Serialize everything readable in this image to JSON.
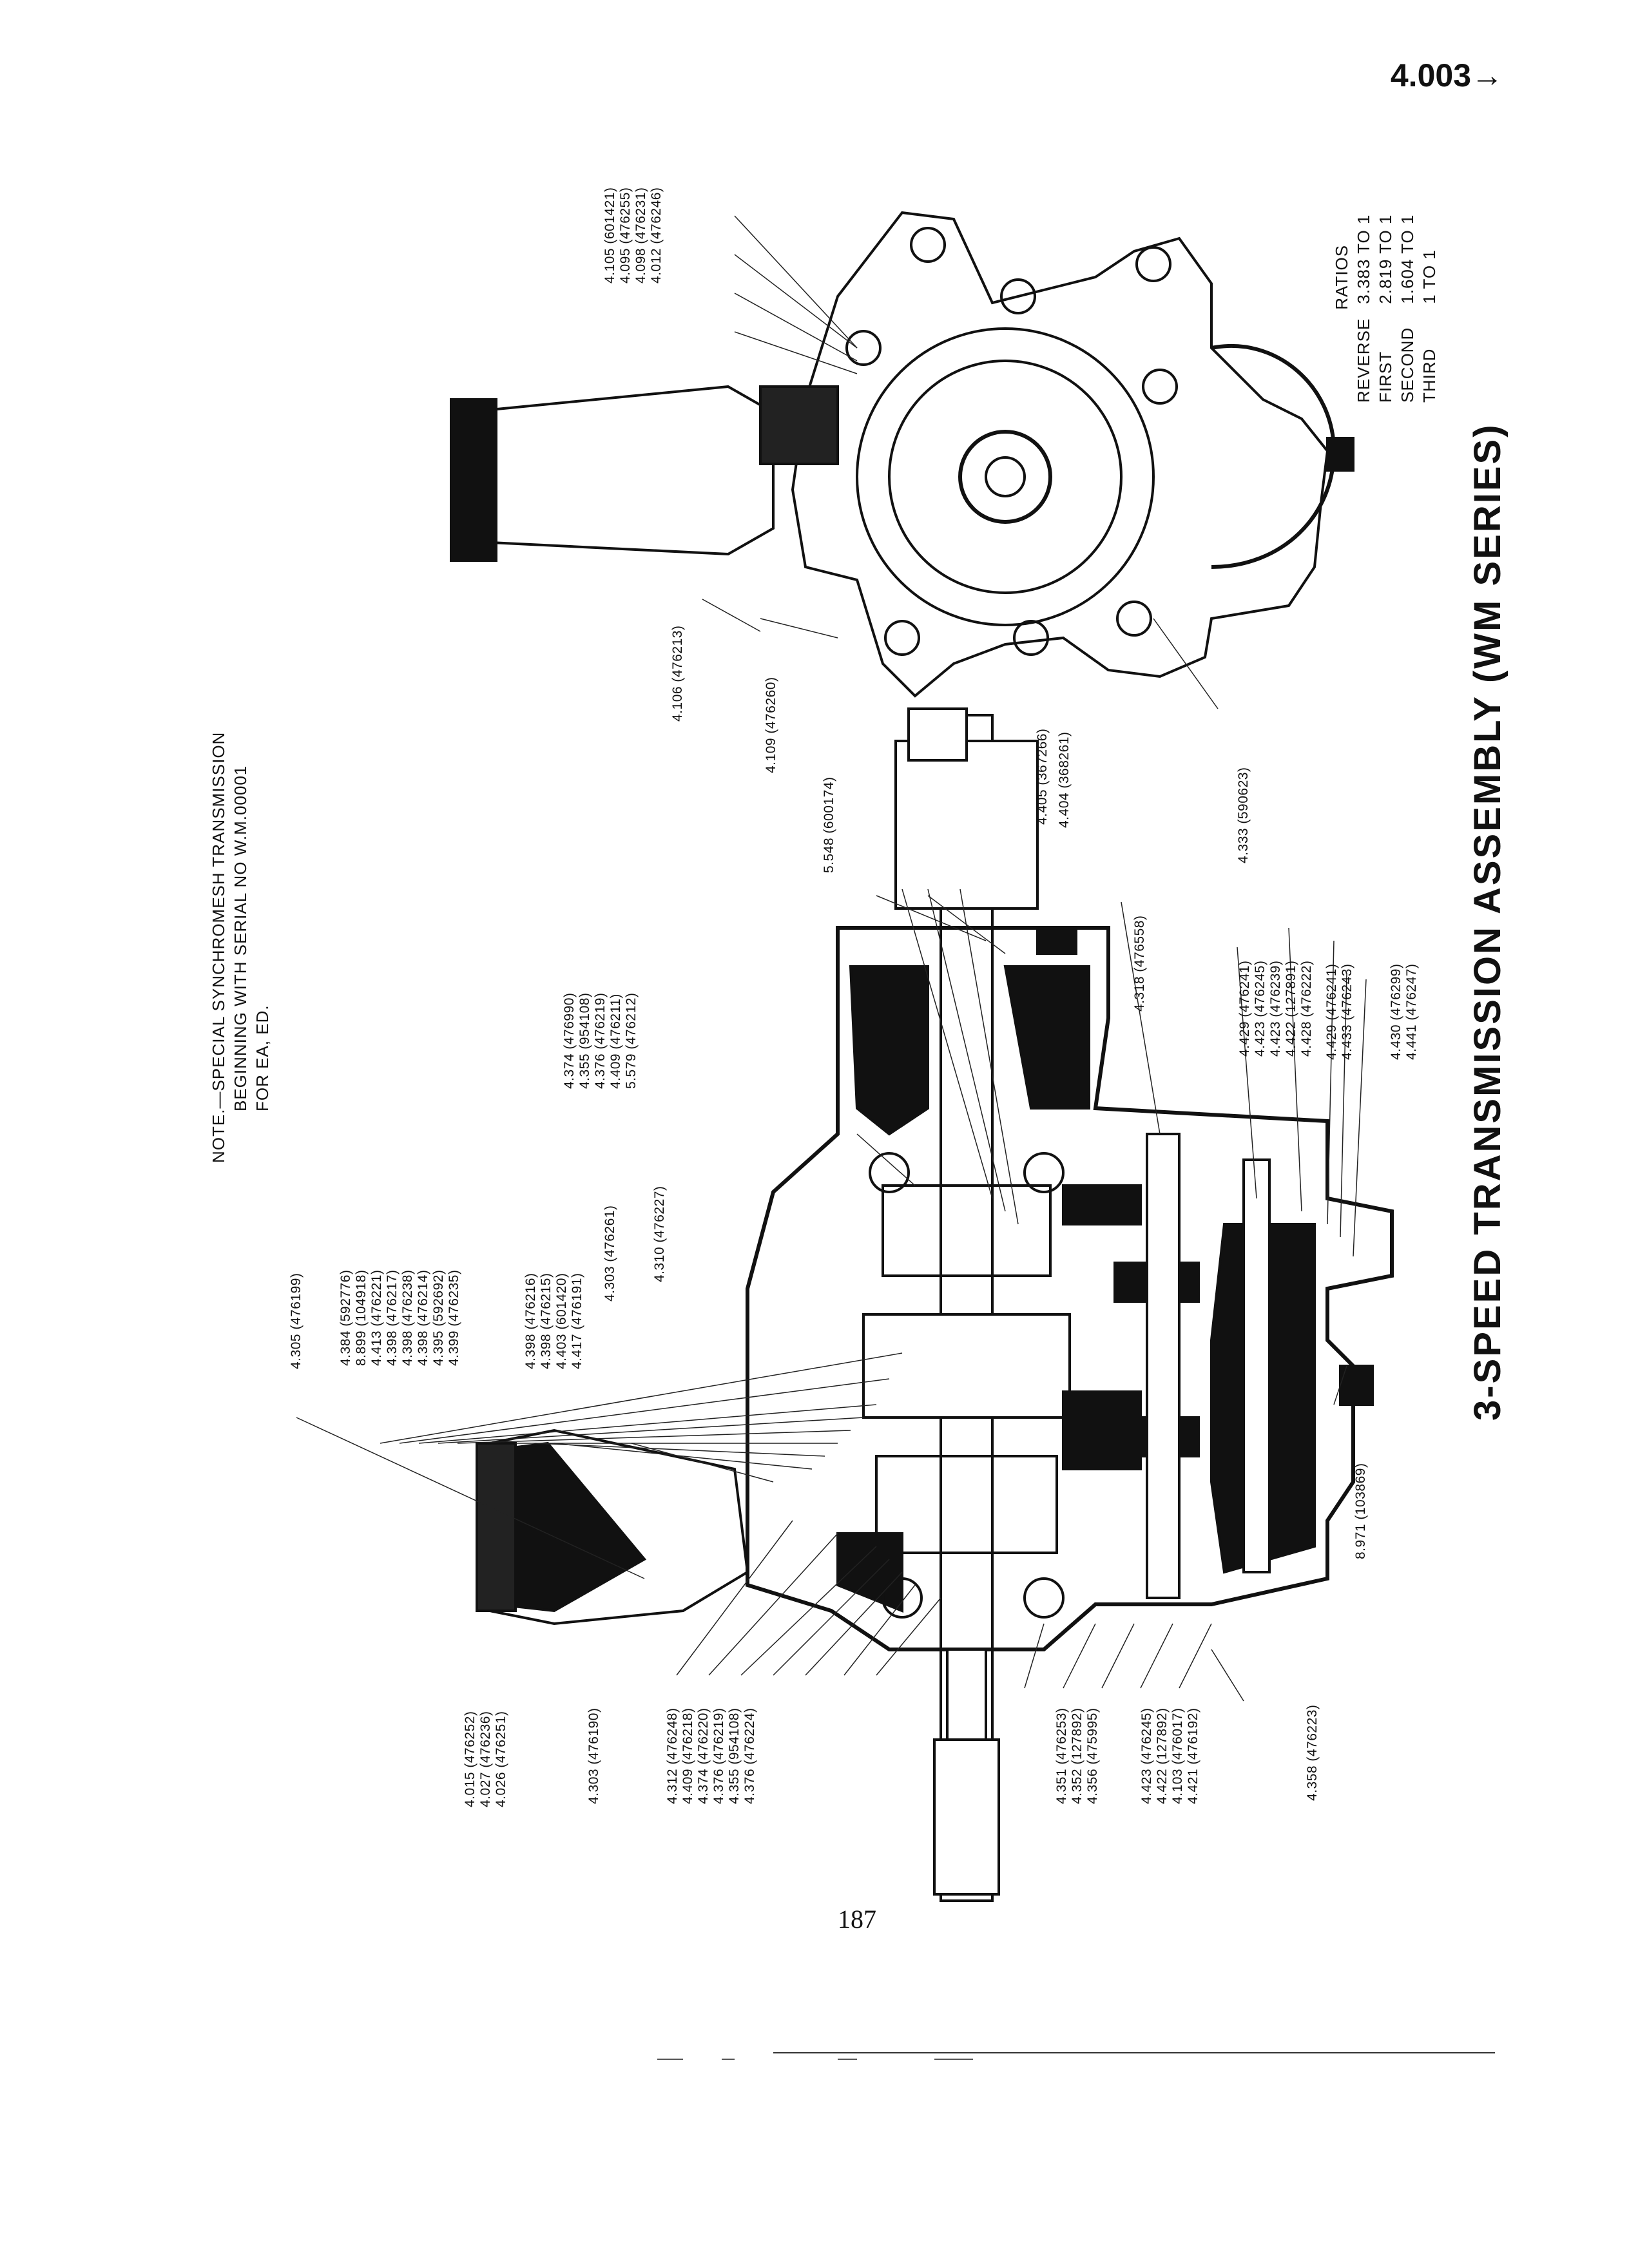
{
  "header": {
    "section_ref": "4.003→"
  },
  "note": {
    "lines": [
      "NOTE.—SPECIAL SYNCHROMESH TRANSMISSION",
      "BEGINNING WITH SERIAL NO W.M.00001",
      "FOR EA, ED."
    ]
  },
  "title": "3-SPEED TRANSMISSION ASSEMBLY (WM SERIES)",
  "ratios": {
    "heading": "RATIOS",
    "rows": [
      {
        "gear": "REVERSE",
        "ratio": "3.383 TO 1"
      },
      {
        "gear": "FIRST",
        "ratio": "2.819 TO 1"
      },
      {
        "gear": "SECOND",
        "ratio": "1.604 TO 1"
      },
      {
        "gear": "THIRD",
        "ratio": "1 TO 1"
      }
    ]
  },
  "end_view_labels": {
    "top_group": [
      "4.105 (601421)",
      "4.095 (476255)",
      "4.098 (476231)",
      "4.012 (476246)"
    ],
    "l_4106": "4.106 (476213)",
    "l_4109": "4.109 (476260)",
    "l_4333": "4.333 (590623)"
  },
  "section_labels": {
    "l_4305": "4.305 (476199)",
    "group_a": [
      "4.384 (592776)",
      "8.899 (104918)",
      "4.413 (476221)",
      "4.398 (476217)",
      "4.398 (476238)",
      "4.398 (476214)",
      "4.395 (592692)",
      "4.399 (476235)"
    ],
    "group_b": [
      "4.398 (476216)",
      "4.398 (476215)",
      "4.403 (601420)",
      "4.417 (476191)"
    ],
    "l_4303_top": "4.303 (476261)",
    "l_4310": "4.310 (476227)",
    "group_c": [
      "4.374 (476990)",
      "4.355 (954108)",
      "4.376 (476219)",
      "4.409 (476211)",
      "5.579 (476212)"
    ],
    "l_5548": "5.548 (600174)",
    "l_4405": "4.405 (367266)",
    "l_4404": "4.404 (368261)",
    "l_4318": "4.318 (476558)",
    "group_d": [
      "4.429 (476241)",
      "4.423 (476245)",
      "4.423 (476239)",
      "4.422 (127891)",
      "4.428 (476222)"
    ],
    "group_e": [
      "4.429 (476241)",
      "4.433 (476243)"
    ],
    "group_f": [
      "4.430 (476299)",
      "4.441 (476247)"
    ],
    "l_8971": "8.971 (103869)",
    "l_4358": "4.358 (476223)",
    "group_g": [
      "4.423 (476245)",
      "4.422 (127892)",
      "4.103 (476017)",
      "4.421 (476192)"
    ],
    "group_h": [
      "4.351 (476253)",
      "4.352 (127892)",
      "4.356 (475995)"
    ],
    "group_i": [
      "4.312 (476248)",
      "4.409 (476218)",
      "4.374 (476220)",
      "4.376 (476219)",
      "4.355 (954108)",
      "4.376 (476224)"
    ],
    "l_4303_bottom": "4.303 (476190)",
    "group_j": [
      "4.015 (476252)",
      "4.027 (476236)",
      "4.026 (476251)"
    ]
  },
  "footer": {
    "page_number": "187"
  }
}
